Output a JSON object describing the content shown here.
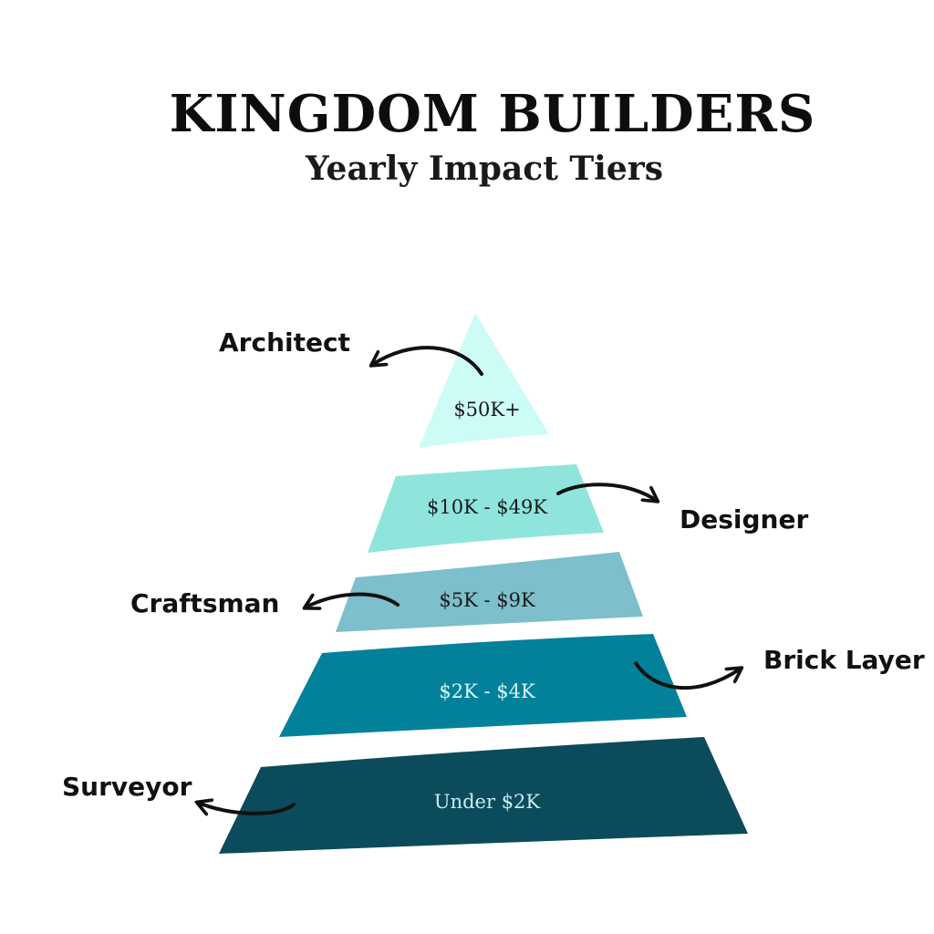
{
  "header": {
    "title": "KINGDOM BUILDERS",
    "subtitle": "Yearly Impact Tiers"
  },
  "tiers": [
    {
      "range": "$50K+",
      "role": "Architect",
      "fill": "#cdfbf5",
      "text_color": "#1a1a1a"
    },
    {
      "range": "$10K - $49K",
      "role": "Designer",
      "fill": "#8fe5dc",
      "text_color": "#1a1a1a"
    },
    {
      "range": "$5K - $9K",
      "role": "Craftsman",
      "fill": "#7dbfcc",
      "text_color": "#1a1a1a"
    },
    {
      "range": "$2K - $4K",
      "role": "Brick Layer",
      "fill": "#03819a",
      "text_color": "#d9f7fb"
    },
    {
      "range": "Under $2K",
      "role": "Surveyor",
      "fill": "#0c4b5b",
      "text_color": "#c9eef3"
    }
  ]
}
